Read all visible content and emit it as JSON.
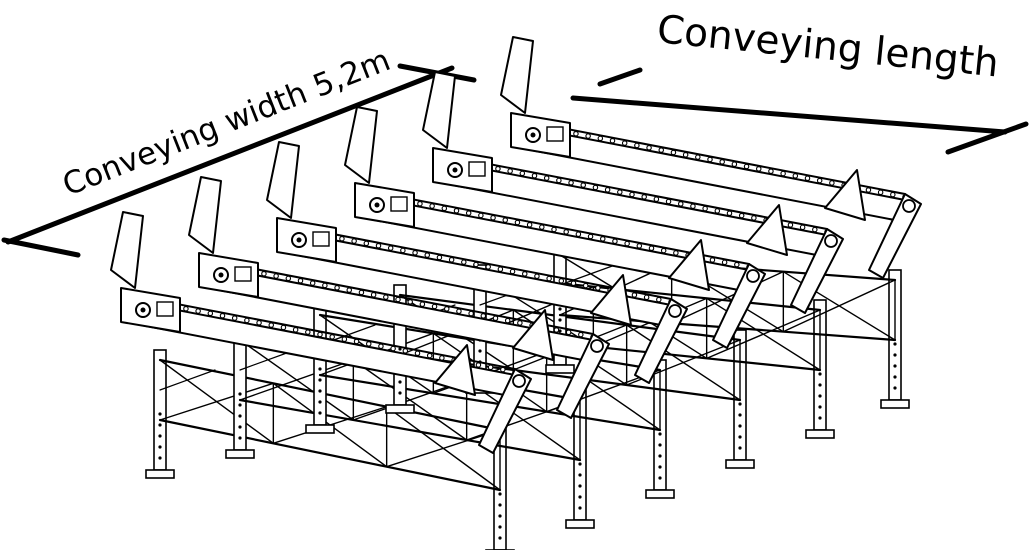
{
  "labels": {
    "width_label": "Conveying width 5,2m",
    "length_label": "Conveying length"
  },
  "figure": {
    "subject": "multi-strand chain conveyor on adjustable leg frames",
    "strand_count": 6,
    "line_color": "#000000",
    "background": "#ffffff"
  }
}
